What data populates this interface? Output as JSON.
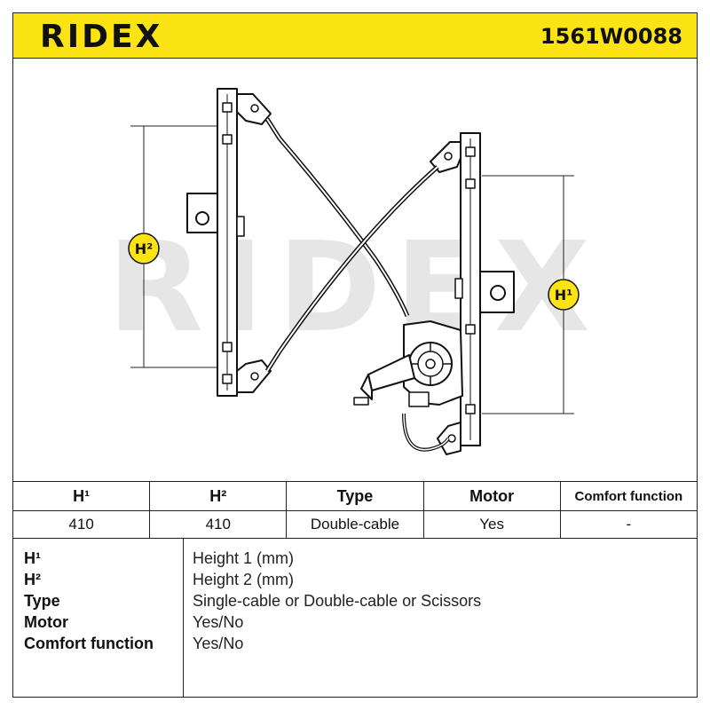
{
  "brand": {
    "name": "RIDEX",
    "accent_color": "#fbe314"
  },
  "part_number": "1561W0088",
  "diagram": {
    "watermark": "RIDEX",
    "labels": {
      "h1": "H¹",
      "h2": "H²"
    }
  },
  "table": {
    "headers": [
      "H¹",
      "H²",
      "Type",
      "Motor",
      "Comfort function"
    ],
    "values": [
      "410",
      "410",
      "Double-cable",
      "Yes",
      "-"
    ]
  },
  "legend": [
    {
      "term": "H¹",
      "definition": "Height 1 (mm)"
    },
    {
      "term": "H²",
      "definition": "Height 2 (mm)"
    },
    {
      "term": "Type",
      "definition": "Single-cable or Double-cable or Scissors"
    },
    {
      "term": "Motor",
      "definition": "Yes/No"
    },
    {
      "term": "Comfort function",
      "definition": "Yes/No"
    }
  ]
}
